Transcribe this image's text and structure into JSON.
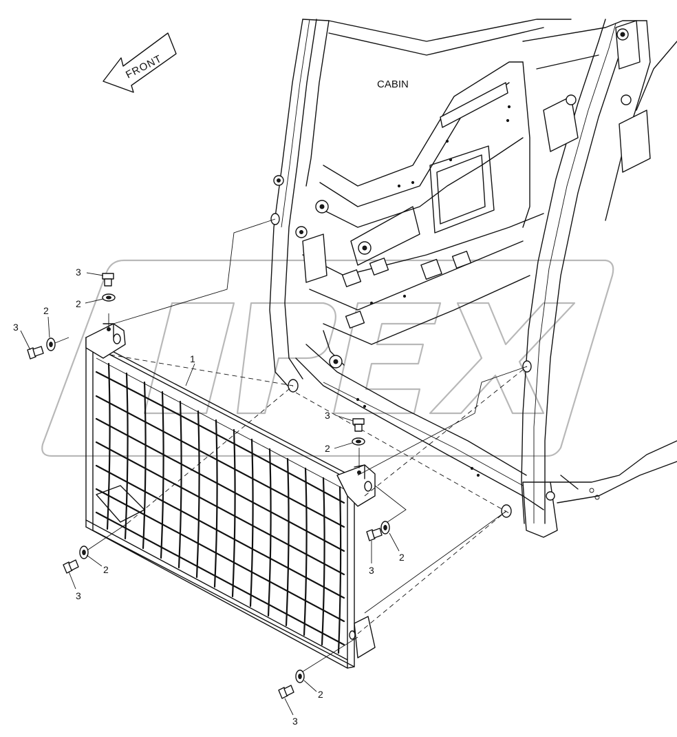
{
  "labels": {
    "front": "FRONT",
    "cabin": "CABIN"
  },
  "callouts": {
    "part_1": "1",
    "part_2": "2",
    "part_3": "3"
  }
}
